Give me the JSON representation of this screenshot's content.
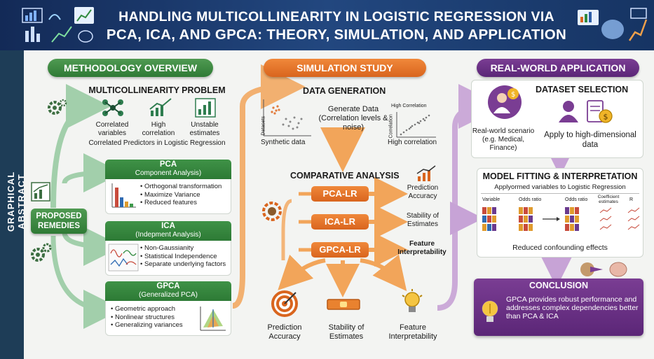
{
  "header": {
    "title_line1": "HANDLING MULTICOLLINEARITY IN LOGISTIC REGRESSION VIA",
    "title_line2": "PCA, ICA, AND GPCA: THEORY, SIMULATION, AND APPLICATION"
  },
  "side_label": "GRAPHICAL ABSTRACT",
  "methodology": {
    "title": "METHODOLOGY OVERVIEW",
    "problem_title": "MULTICOLLINEARITY PROBLEM",
    "problem_items": [
      "Correlated variables",
      "High correlation",
      "Unstable estimates"
    ],
    "problem_caption": "Correlated Predictors in Logistic Regression",
    "remedies_label": "PROPOSED REMEDIES",
    "pca": {
      "title": "PCA",
      "subtitle": "Component Analysis)",
      "bullets": [
        "Orthogonal transformation",
        "Maximize Variance",
        "Reduced features"
      ]
    },
    "ica": {
      "title": "ICA",
      "subtitle": "(Indepment Analysis)",
      "bullets": [
        "Non-Gaussianity",
        "Statistical Independence",
        "Separate underlying factors"
      ]
    },
    "gpca": {
      "title": "GPCA",
      "subtitle": "(Generalized PCA)",
      "bullets": [
        "Geometric approach",
        "Nonlinear structures",
        "Generalizing variances"
      ]
    }
  },
  "simulation": {
    "title": "SIMULATION STUDY",
    "data_gen_title": "DATA GENERATION",
    "data_gen_text": "Generate Data (Correlation levels & noise)",
    "synthetic_label": "Synthetic data",
    "high_corr_label": "High correlation",
    "scatter_title": "High Correlation",
    "plot_axis_label": "Datasets",
    "plot_axis_label2": "Correlation",
    "comparative_title": "COMPARATIVE ANALYSIS",
    "methods": [
      "PCA-LR",
      "ICA-LR",
      "GPCA-LR"
    ],
    "outcomes": [
      "Prediction Accuracy",
      "Stability of Estimates",
      "Feature Interpretability"
    ],
    "bottom": [
      "Prediction Accuracy",
      "Stability of Estimates",
      "Feature Interpretability"
    ]
  },
  "application": {
    "title": "REAL-WORLD APPLICATION",
    "dataset_title": "DATASET SELECTION",
    "scenario": "Real-world scenario (e.g. Medical, Finance)",
    "apply_text": "Apply to high-dimensional data",
    "model_title": "MODEL FITTING & INTERPRETATION",
    "model_sub": "Applyormed variables to Logistic Regression",
    "table_headers": [
      "Variable",
      "Odds ratio",
      "Odds ratio",
      "Coefficient estimates",
      "R"
    ],
    "reduced_text": "Reduced confounding effects",
    "conclusion_title": "CONCLUSION",
    "conclusion_text": "GPCA provides robust performance and addresses complex dependencies better than PCA & ICA"
  },
  "colors": {
    "green": "#2f7a35",
    "orange": "#d9651e",
    "purple": "#5b2677",
    "navy": "#1b3664"
  }
}
